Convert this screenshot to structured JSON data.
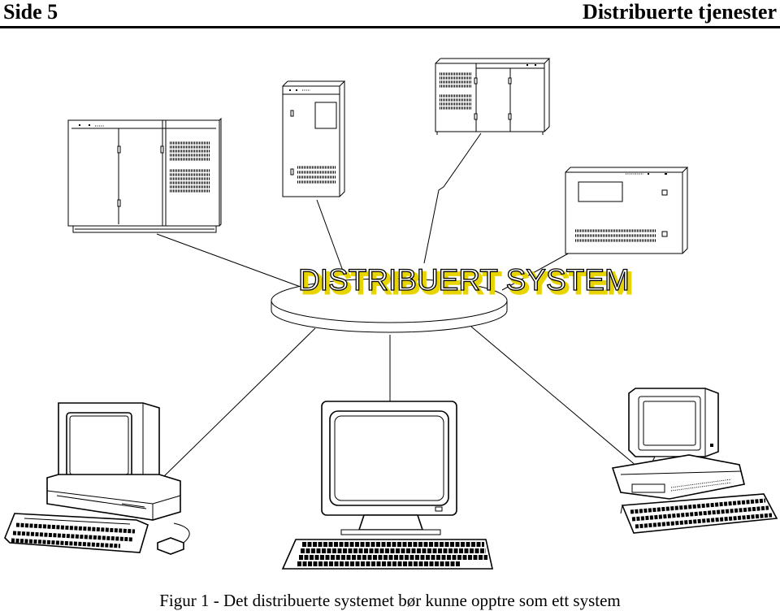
{
  "header": {
    "left": "Side 5",
    "right": "Distribuerte tjenester"
  },
  "diagram": {
    "center_label": "DISTRIBUERT SYSTEM",
    "label_shadow_color": "#e8d400",
    "nodes": [
      {
        "id": "server-left",
        "kind": "server-cabinet-large"
      },
      {
        "id": "server-tower",
        "kind": "server-tower"
      },
      {
        "id": "server-top-right",
        "kind": "server-cabinet-wall"
      },
      {
        "id": "server-right",
        "kind": "server-cabinet-box"
      },
      {
        "id": "workstation-left",
        "kind": "desktop-computer-with-mouse"
      },
      {
        "id": "terminal-center",
        "kind": "terminal"
      },
      {
        "id": "workstation-right",
        "kind": "desktop-computer"
      }
    ]
  },
  "caption": "Figur 1 - Det distribuerte systemet bør kunne opptre som ett system"
}
